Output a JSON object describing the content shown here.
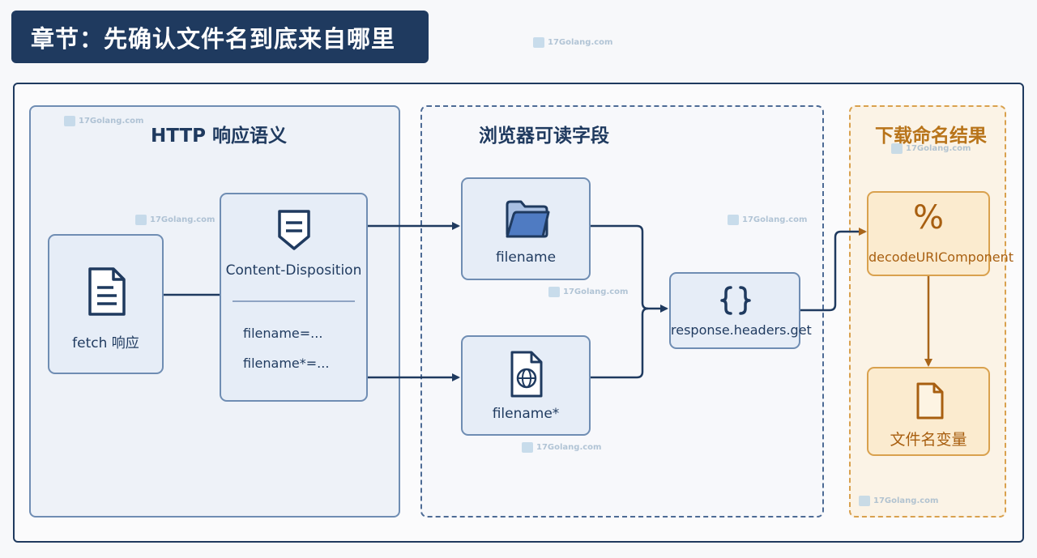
{
  "header": {
    "title": "章节：先确认文件名到底来自哪里"
  },
  "panels": {
    "http": {
      "title": "HTTP 响应语义"
    },
    "browser": {
      "title": "浏览器可读字段"
    },
    "download": {
      "title": "下载命名结果"
    }
  },
  "nodes": {
    "fetch": {
      "label": "fetch 响应",
      "icon": "document-icon"
    },
    "content_disposition": {
      "label": "Content-Disposition",
      "icon": "shield-document-icon",
      "lines": [
        "filename=...",
        "filename*=..."
      ]
    },
    "filename": {
      "label": "filename",
      "icon": "folder-icon"
    },
    "filename_star": {
      "label": "filename*",
      "icon": "globe-document-icon"
    },
    "headers_get": {
      "label": "response.headers.get",
      "icon": "braces-icon"
    },
    "decode": {
      "label": "decodeURIComponent",
      "icon": "percent-icon",
      "symbol": "%"
    },
    "variable": {
      "label": "文件名变量",
      "icon": "file-icon"
    }
  },
  "watermark": {
    "text": "17Golang.com"
  },
  "colors": {
    "navy": "#1f3a5f",
    "blue_border": "#6f8db3",
    "orange": "#d9a14e",
    "orange_text": "#a85f10"
  }
}
